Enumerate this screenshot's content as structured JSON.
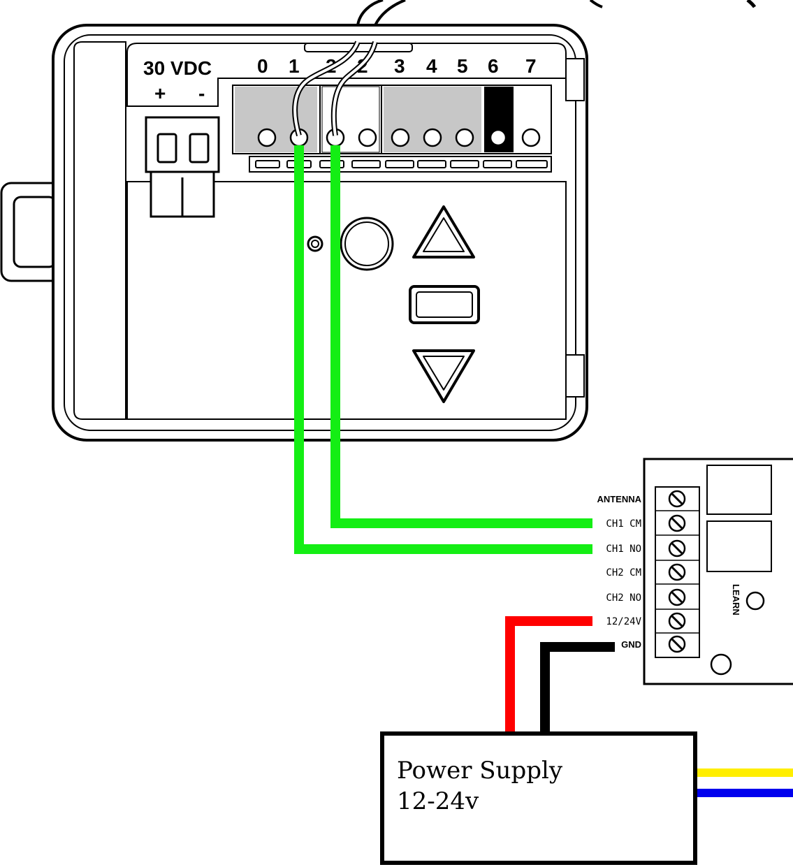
{
  "controller": {
    "voltage_label": "30 VDC",
    "plus_label": "+",
    "minus_label": "-",
    "terminals": [
      "0",
      "1",
      "2",
      "2",
      "3",
      "4",
      "5",
      "6",
      "7"
    ]
  },
  "receiver": {
    "terminals": [
      "ANTENNA",
      "CH1 CM",
      "CH1 NO",
      "CH2 CM",
      "CH2 NO",
      "12/24V",
      "GND"
    ],
    "learn_label": "LEARN"
  },
  "power_supply": {
    "line1": "Power Supply",
    "line2": "12-24v"
  },
  "wires": {
    "signal_color": "#14ee14",
    "positive_color": "#ff0000",
    "ground_color": "#000000",
    "output_a_color": "#ffee00",
    "output_b_color": "#0000ee"
  },
  "icons": [
    "up-arrow-icon",
    "stop-icon",
    "down-arrow-icon"
  ]
}
